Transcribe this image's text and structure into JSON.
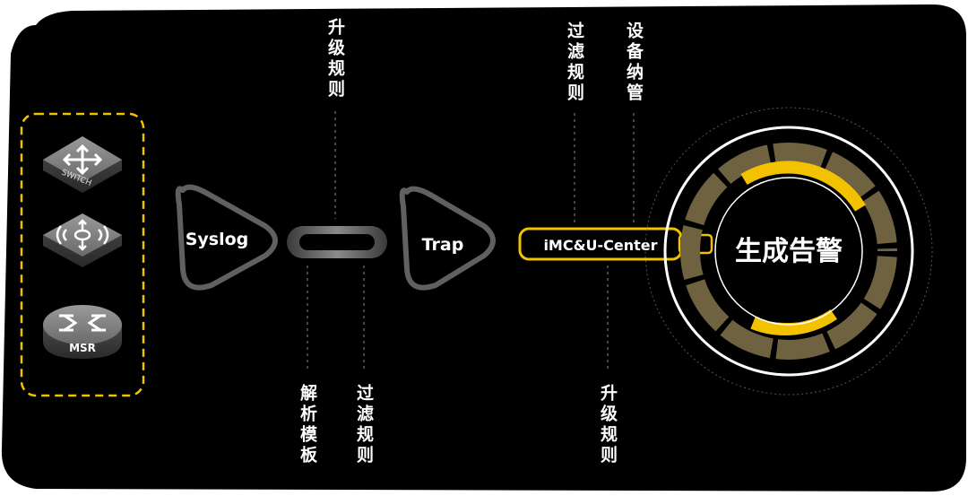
{
  "colors": {
    "background": "#000000",
    "accent_yellow": "#f2c200",
    "shape_gray": "#5a5a5a",
    "text": "#ffffff",
    "ring_gold": "#7a6a3a"
  },
  "devices": [
    {
      "icon": "switch-icon",
      "label": "SWITCH"
    },
    {
      "icon": "router-icon",
      "label": ""
    },
    {
      "icon": "msr-router-icon",
      "label": "MSR"
    }
  ],
  "nodes": {
    "syslog": "Syslog",
    "trap": "Trap",
    "imc": "iMC&U-Center",
    "alarm": "生成告警"
  },
  "labels": {
    "syslog_upgrade": "升级规则",
    "syslog_parse": "解析模板",
    "syslog_filter": "过滤规则",
    "imc_filter": "过滤规则",
    "imc_device": "设备纳管",
    "imc_upgrade": "升级规则"
  }
}
